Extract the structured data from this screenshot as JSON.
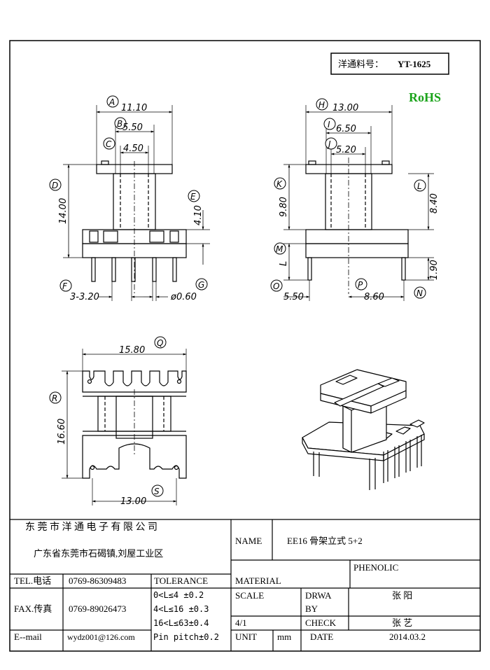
{
  "part_label": {
    "prefix": "洋通料号：",
    "number": "YT-1625"
  },
  "rohs": "RoHS",
  "rohs_color": "#1aa31a",
  "front_view": {
    "dims": {
      "A": "11.10",
      "B": "5.50",
      "C": "4.50",
      "D": "14.00",
      "E": "4.10",
      "F": "3-3.20",
      "G": "ø0.60"
    }
  },
  "side_view": {
    "dims": {
      "H": "13.00",
      "I": "6.50",
      "J": "5.20",
      "K": "9.80",
      "L": "8.40",
      "M": "L",
      "N": "1.90",
      "O": "5.50",
      "P": "8.60"
    }
  },
  "top_view": {
    "dims": {
      "Q": "15.80",
      "R": "16.60",
      "S": "13.00"
    }
  },
  "title_block": {
    "company": "东 莞 市 洋 通 电 子 有 限 公 司",
    "address": "广东省东莞市石碣镇,刘屋工业区",
    "name_label": "NAME",
    "name_value": "EE16 骨架立式 5+2",
    "material_label": "MATERIAL",
    "material_value": "PHENOLIC",
    "tel_label": "TEL.电话",
    "tel_value": "0769-86309483",
    "tolerance_label": "TOLERANCE",
    "fax_label": "FAX.传真",
    "fax_value": "0769-89026473",
    "tol_1": "0<L≤4  ±0.2",
    "tol_2": "4<L≤16 ±0.3",
    "tol_3": "16<L≤63±0.4",
    "tol_4": "Pin pitch±0.2",
    "scale_label": "SCALE",
    "scale_value": "4/1",
    "drawn_label_1": "DRWA",
    "drawn_label_2": "BY",
    "drawn_value": "张 阳",
    "check_label": "CHECK",
    "check_value": "张 艺",
    "email_label": "E--mail",
    "email_value": "wydz001@126.com",
    "unit_label": "UNIT",
    "unit_value": "mm",
    "date_label": "DATE",
    "date_value": "2014.03.2"
  }
}
